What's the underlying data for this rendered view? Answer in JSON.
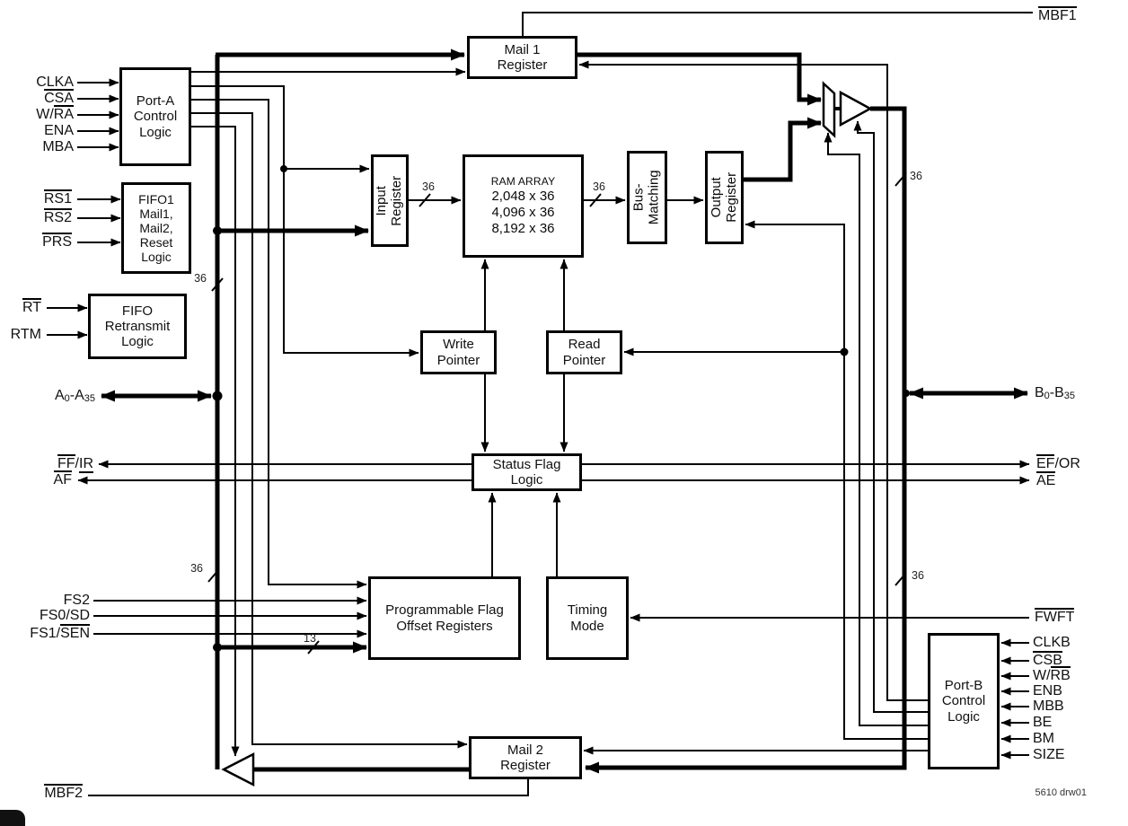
{
  "diagram": {
    "caption": "5610 drw01",
    "colors": {
      "ink": "#000000",
      "paper": "#ffffff"
    },
    "bus_width_labels": {
      "w36": "36",
      "w13": "13"
    },
    "boxes": {
      "port_a": "Port-A\nControl\nLogic",
      "fifo1_reset": "FIFO1\nMail1,\nMail2,\nReset\nLogic",
      "retransmit": "FIFO\nRetransmit\nLogic",
      "mail1": "Mail 1\nRegister",
      "input_reg": "Input\nRegister",
      "ram_title": "RAM ARRAY",
      "ram_sizes": "2,048 x 36\n4,096 x 36\n8,192 x 36",
      "bus_matching": "Bus-\nMatching",
      "output_reg": "Output\nRegister",
      "write_pointer": "Write\nPointer",
      "read_pointer": "Read\nPointer",
      "status": "Status Flag\nLogic",
      "prog_flag": "Programmable Flag\nOffset Registers",
      "timing": "Timing\nMode",
      "mail2": "Mail 2\nRegister",
      "port_b": "Port-B\nControl\nLogic"
    },
    "signals": {
      "clka": [
        {
          "t": "CLKA"
        }
      ],
      "csa": [
        {
          "t": "CSA",
          "d": "o"
        }
      ],
      "wra": [
        {
          "t": "W/"
        },
        {
          "t": "RA",
          "d": "o"
        }
      ],
      "ena": [
        {
          "t": "ENA"
        }
      ],
      "mba": [
        {
          "t": "MBA"
        }
      ],
      "rs1": [
        {
          "t": "RS1",
          "d": "o"
        }
      ],
      "rs2": [
        {
          "t": "RS2",
          "d": "o"
        }
      ],
      "prs": [
        {
          "t": "PRS",
          "d": "o"
        }
      ],
      "rt": [
        {
          "t": "RT",
          "d": "o"
        }
      ],
      "rtm": [
        {
          "t": "RTM"
        }
      ],
      "a_bus": [
        {
          "t": "A"
        },
        {
          "t": "0",
          "d": "s"
        },
        {
          "t": "-A"
        },
        {
          "t": "35",
          "d": "s"
        }
      ],
      "ff_ir": [
        {
          "t": "FF",
          "d": "o"
        },
        {
          "t": "/"
        },
        {
          "t": "IR",
          "d": "u"
        }
      ],
      "af": [
        {
          "t": "AF",
          "d": "o"
        }
      ],
      "fs2": [
        {
          "t": "FS2"
        }
      ],
      "fs0_sd": [
        {
          "t": "FS0/SD"
        }
      ],
      "fs1_sen": [
        {
          "t": "FS1/"
        },
        {
          "t": "SEN",
          "d": "o"
        }
      ],
      "mbf2": [
        {
          "t": "MBF2",
          "d": "o"
        }
      ],
      "mbf1": [
        {
          "t": "MBF1",
          "d": "o"
        }
      ],
      "b_bus": [
        {
          "t": "B"
        },
        {
          "t": "0",
          "d": "s"
        },
        {
          "t": "-B"
        },
        {
          "t": "35",
          "d": "s"
        }
      ],
      "ef_or": [
        {
          "t": "EF",
          "d": "o"
        },
        {
          "t": "/OR"
        }
      ],
      "ae": [
        {
          "t": "AE",
          "d": "o"
        }
      ],
      "fwft": [
        {
          "t": "FWFT",
          "d": "o"
        }
      ],
      "clkb": [
        {
          "t": "CLKB"
        }
      ],
      "csb": [
        {
          "t": "CSB",
          "d": "o"
        }
      ],
      "wrb": [
        {
          "t": "W/"
        },
        {
          "t": "RB",
          "d": "o"
        }
      ],
      "enb": [
        {
          "t": "ENB"
        }
      ],
      "mbb": [
        {
          "t": "MBB"
        }
      ],
      "be": [
        {
          "t": "BE"
        }
      ],
      "bm": [
        {
          "t": "BM"
        }
      ],
      "size": [
        {
          "t": "SIZE"
        }
      ]
    }
  }
}
